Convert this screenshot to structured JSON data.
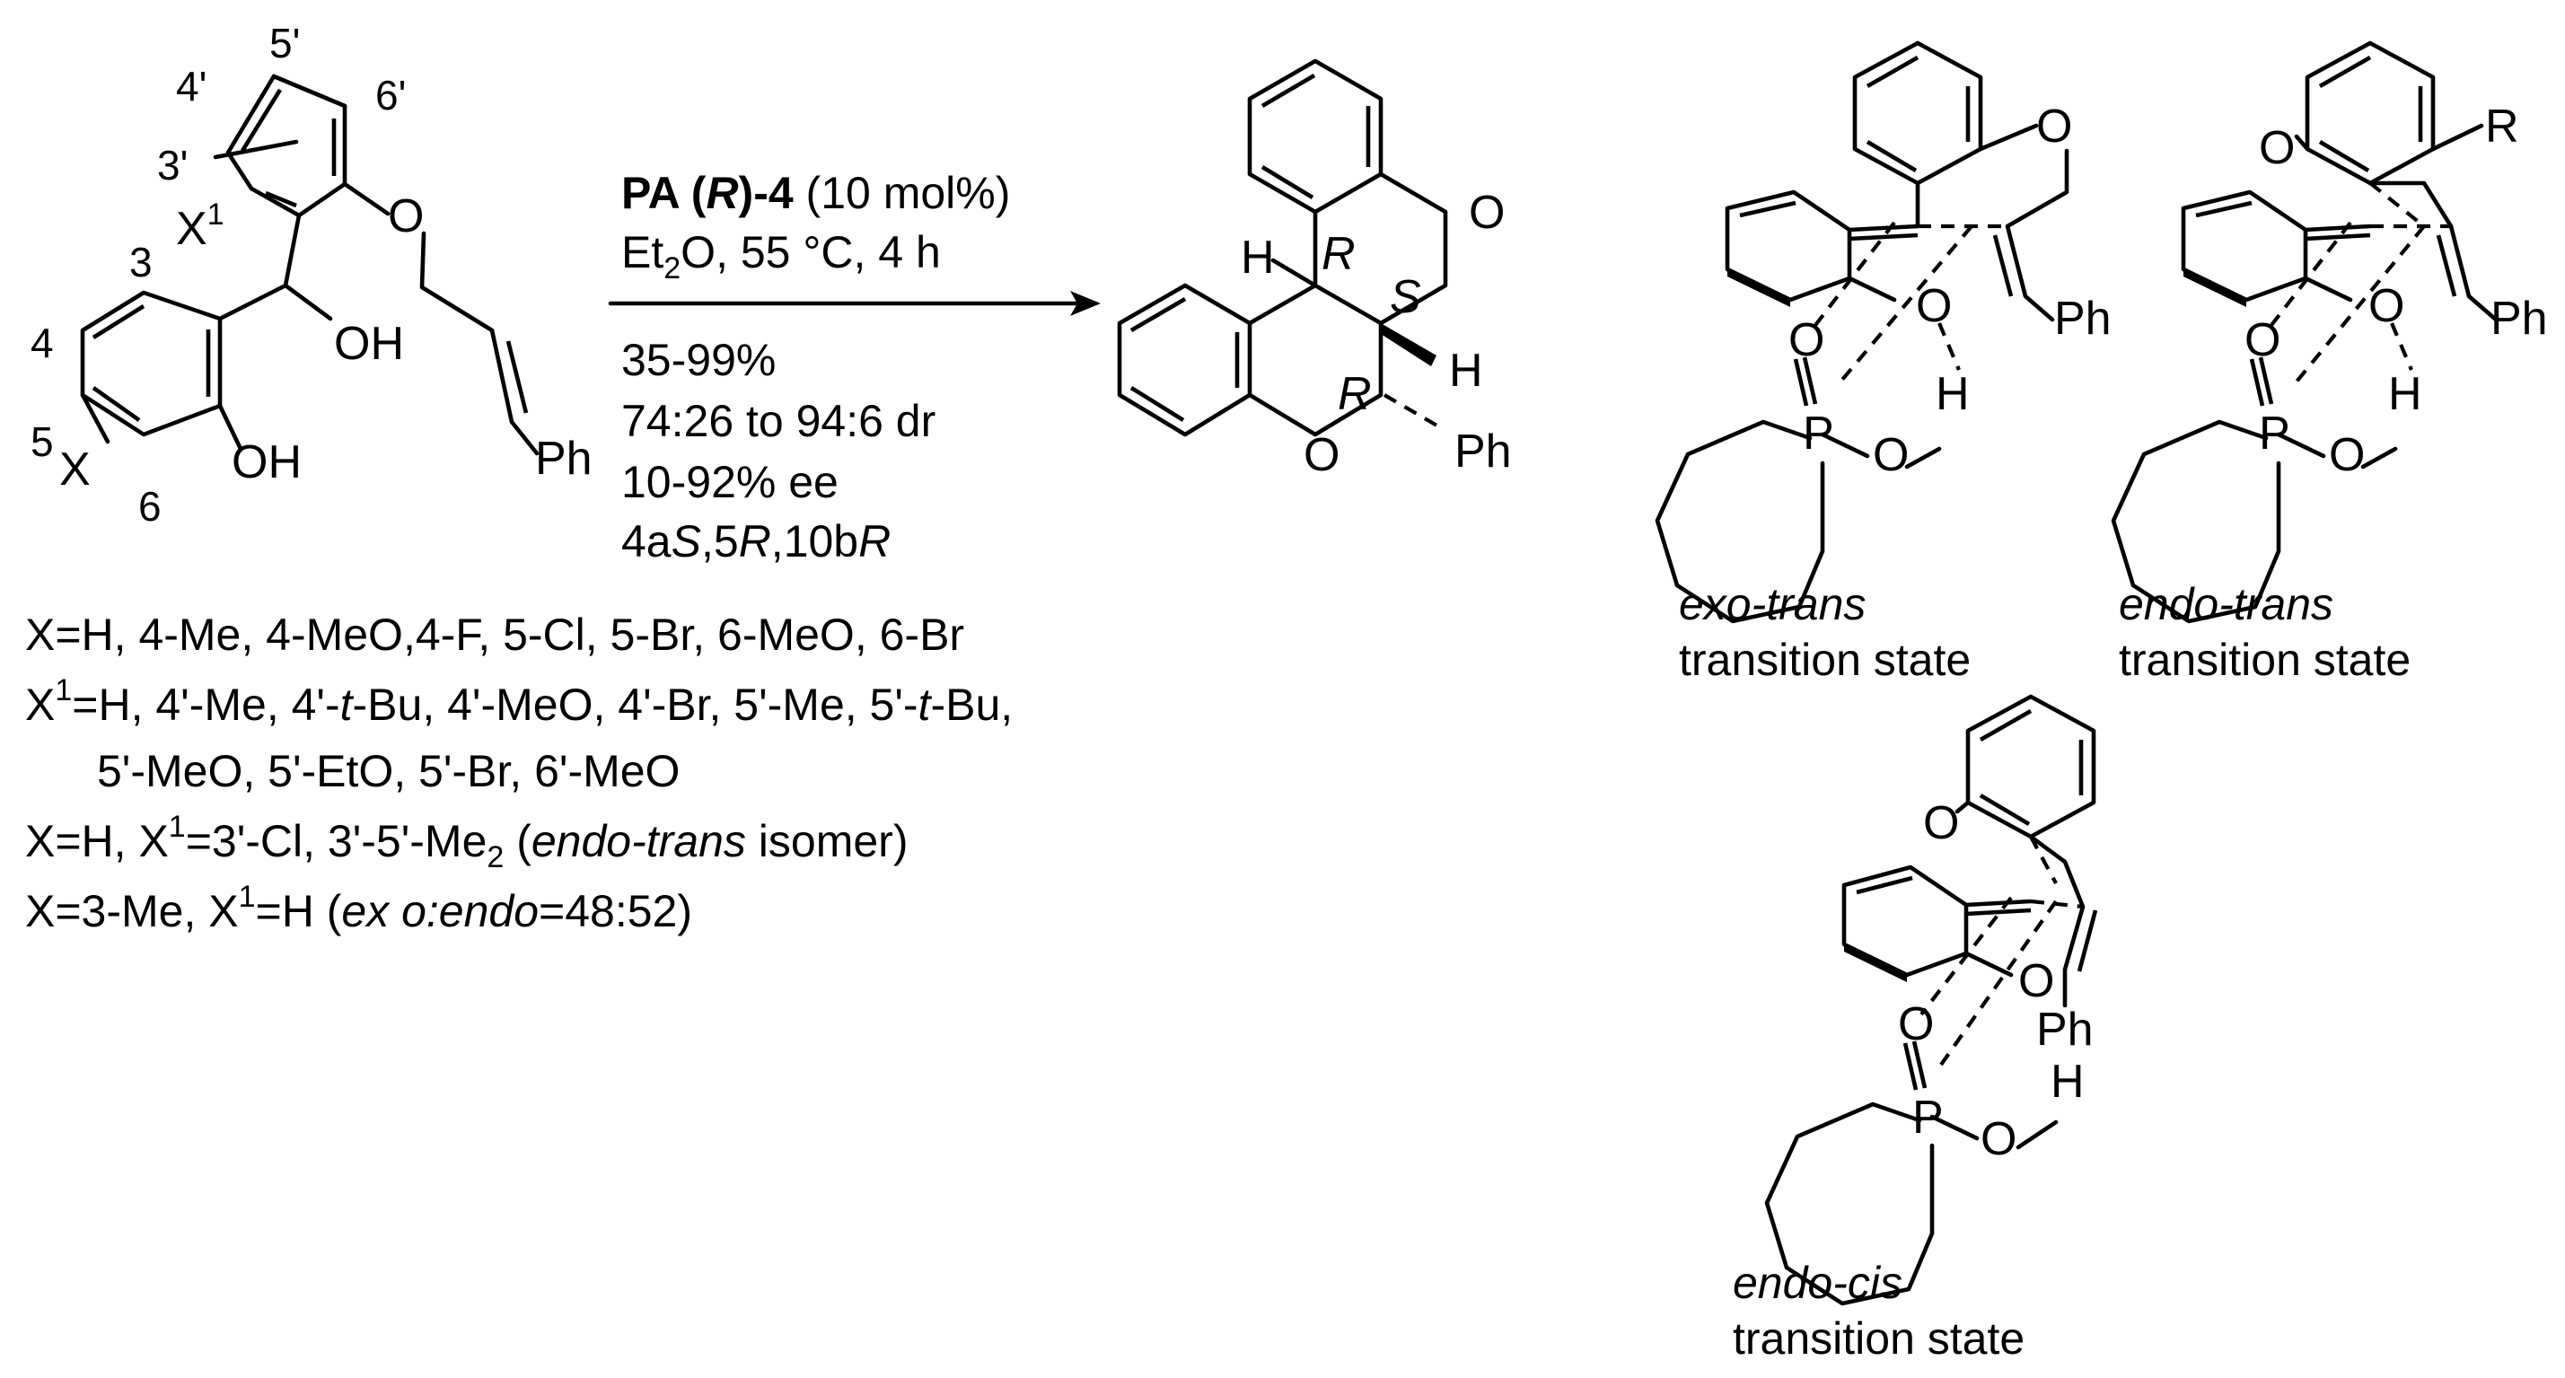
{
  "reactant": {
    "ring_numbers": [
      "5'",
      "4'",
      "6'",
      "3'",
      "3",
      "4",
      "5",
      "6"
    ],
    "x1_label": "X",
    "x1_sup": "1",
    "x_label": "X",
    "oh_benzylic": "OH",
    "oh_phenol": "OH",
    "ether_o": "O",
    "ph": "Ph"
  },
  "conditions": {
    "catalyst_pa": "PA (",
    "catalyst_r": "R",
    "catalyst_end": ")-4",
    "catalyst_loading": " (10 mol%)",
    "solvent_prefix": "Et",
    "solvent_sub": "2",
    "solvent_rest": "O, 55 °C, 4 h",
    "yield": "35-99%",
    "dr": "74:26 to 94:6 dr",
    "ee": "10-92% ee",
    "stereo_a": "4a",
    "stereo_s": "S",
    "stereo_b": ",5",
    "stereo_r1": "R",
    "stereo_c": ",10b",
    "stereo_r2": "R"
  },
  "product": {
    "h_top": "H",
    "r_top": "R",
    "s_label": "S",
    "h_right": "H",
    "r_bottom": "R",
    "o_top": "O",
    "o_bottom": "O",
    "ph": "Ph"
  },
  "substituents": {
    "line1": "X=H, 4-Me, 4-MeO,4-F, 5-Cl, 5-Br, 6-MeO, 6-Br",
    "line2_x": "X",
    "line2_sup": "1",
    "line2_a": "=H, 4'-Me, 4'-",
    "line2_t1": "t",
    "line2_b": "-Bu, 4'-MeO, 4'-Br, 5'-Me, 5'-",
    "line2_t2": "t",
    "line2_c": "-Bu,",
    "line3": "5'-MeO, 5'-EtO, 5'-Br, 6'-MeO",
    "line4_a": "X=H, X",
    "line4_sup": "1",
    "line4_b": "=3'-Cl, 3'-5'-Me",
    "line4_sub": "2",
    "line4_c": " (",
    "line4_it": "endo-trans",
    "line4_d": " isomer)",
    "line5_a": "X=3-Me, X",
    "line5_sup": "1",
    "line5_b": "=H (",
    "line5_it1": "ex o:endo",
    "line5_c": "=48:52)"
  },
  "ts_exo_trans": {
    "o_ring": "O",
    "o_enol": "O",
    "ph": "Ph",
    "o_pd": "O",
    "h": "H",
    "p": "P",
    "o_ph": "O",
    "caption_it": "exo-trans",
    "caption": "transition state"
  },
  "ts_endo_trans": {
    "o_ring": "O",
    "r": "R",
    "o_enol": "O",
    "ph": "Ph",
    "o_pd": "O",
    "h": "H",
    "p": "P",
    "o_ph": "O",
    "caption_it": "endo-trans",
    "caption": "transition state"
  },
  "ts_endo_cis": {
    "o_ring": "O",
    "o_enol": "O",
    "ph": "Ph",
    "h": "H",
    "o_pd": "O",
    "p": "P",
    "o_ph": "O",
    "caption_it": "endo-cis",
    "caption": "transition state"
  }
}
